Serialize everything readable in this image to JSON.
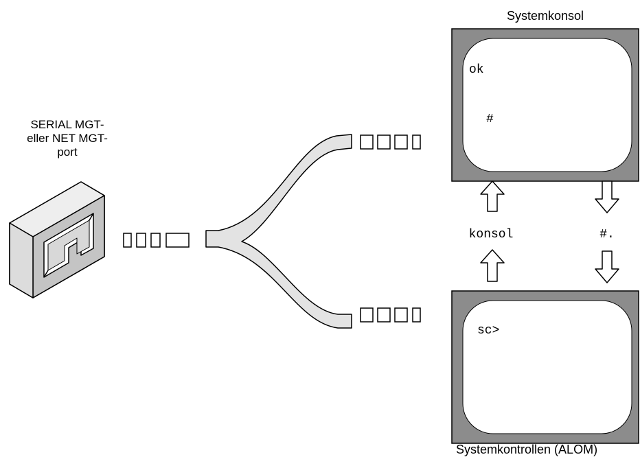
{
  "port": {
    "label_lines": [
      "SERIAL MGT-",
      "eller NET MGT-",
      "port"
    ]
  },
  "system_console": {
    "title": "Systemkonsol",
    "lines": [
      "ok",
      "#"
    ]
  },
  "system_controller": {
    "title": "Systemkontrollen (ALOM)",
    "lines": [
      "sc>"
    ]
  },
  "commands": {
    "to_console": "konsol",
    "to_controller": "#."
  },
  "colors": {
    "screen_bezel": "#8c8c8c",
    "screen_face": "#ffffff",
    "cable_fill": "#e3e3e3",
    "port_shadow": "#c4c4c4",
    "stroke": "#000000"
  }
}
